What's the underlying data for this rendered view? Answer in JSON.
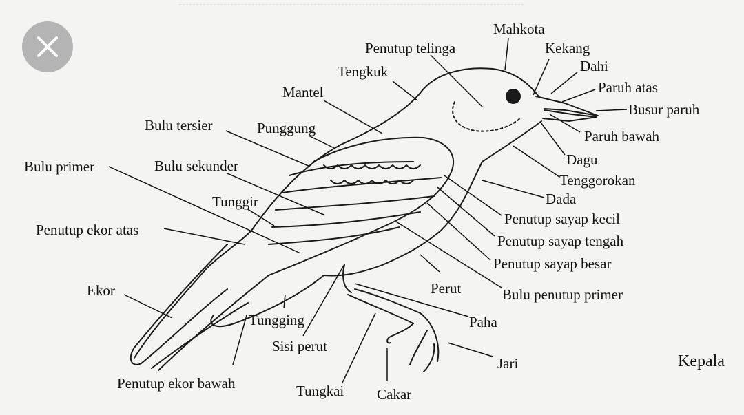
{
  "diagram": {
    "corner_label": "Kepala",
    "labels": {
      "mahkota": "Mahkota",
      "penutup_telinga": "Penutup telinga",
      "kekang": "Kekang",
      "dahi": "Dahi",
      "tengkuk": "Tengkuk",
      "paruh_atas": "Paruh atas",
      "busur_paruh": "Busur paruh",
      "mantel": "Mantel",
      "paruh_bawah": "Paruh bawah",
      "bulu_tersier": "Bulu tersier",
      "punggung": "Punggung",
      "dagu": "Dagu",
      "bulu_primer": "Bulu primer",
      "bulu_sekunder": "Bulu sekunder",
      "tenggorokan": "Tenggorokan",
      "dada": "Dada",
      "tunggir": "Tunggir",
      "penutup_sayap_kecil": "Penutup sayap kecil",
      "penutup_ekor_atas": "Penutup ekor atas",
      "penutup_sayap_tengah": "Penutup sayap tengah",
      "penutup_sayap_besar": "Penutup sayap besar",
      "ekor": "Ekor",
      "perut": "Perut",
      "bulu_penutup_primer": "Bulu penutup primer",
      "tungging": "Tungging",
      "paha": "Paha",
      "sisi_perut": "Sisi perut",
      "jari": "Jari",
      "penutup_ekor_bawah": "Penutup ekor bawah",
      "tungkai": "Tungkai",
      "cakar": "Cakar"
    }
  },
  "ui": {
    "close_icon": "close-icon",
    "overlay_color": "#b4b4b4"
  }
}
